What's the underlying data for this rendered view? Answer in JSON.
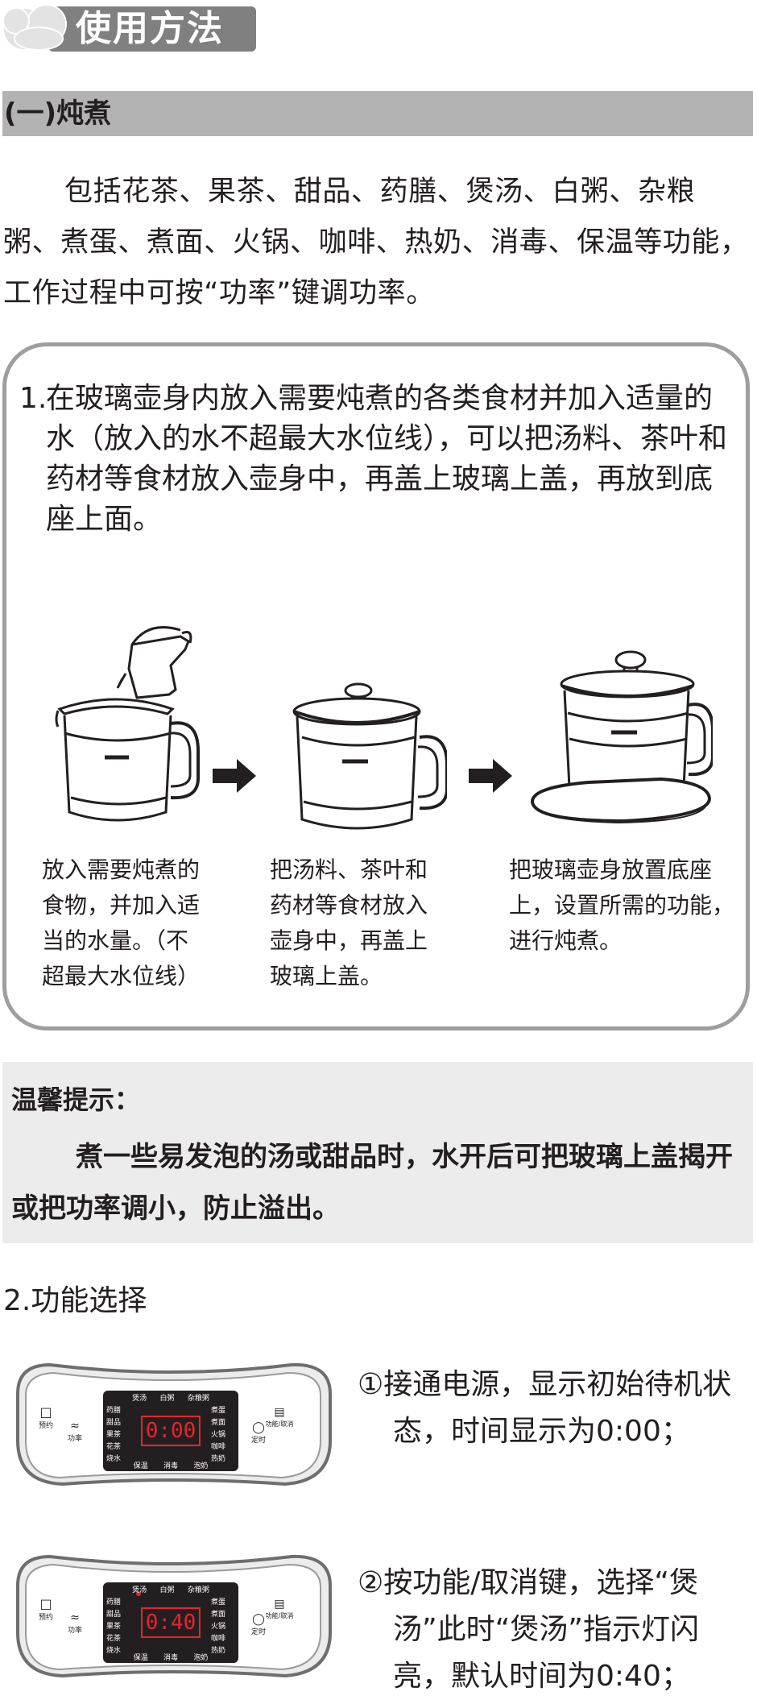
{
  "header": {
    "title": "使用方法"
  },
  "section": {
    "title": "(一)炖煮"
  },
  "intro": "包括花茶、果茶、甜品、药膳、煲汤、白粥、杂粮粥、煮蛋、煮面、火锅、咖啡、热奶、消毒、保温等功能，工作过程中可按“功率”键调功率。",
  "step1": {
    "number": "1.",
    "text": "在玻璃壶身内放入需要炖煮的各类食材并加入适量的水（放入的水不超最大水位线），可以把汤料、茶叶和药材等食材放入壶身中，再盖上玻璃上盖，再放到底座上面。"
  },
  "captions": [
    [
      "放入需要炖煮的",
      "食物，并加入适",
      "当的水量。（不",
      "超最大水位线）"
    ],
    [
      "把汤料、茶叶和",
      "药材等食材放入",
      "壶身中，再盖上",
      "玻璃上盖。"
    ],
    [
      "把玻璃壶身放置底座",
      "上，设置所需的功能，",
      "进行炖煮。"
    ]
  ],
  "tip": {
    "title": "温馨提示：",
    "body": "煮一些易发泡的汤或甜品时，水开后可把玻璃上盖揭开或把功率调小，防止溢出。"
  },
  "section2": {
    "title": "2.功能选择"
  },
  "panel": {
    "top_labels": [
      "煲汤",
      "白粥",
      "杂粮粥"
    ],
    "left_labels": [
      "药膳",
      "甜品",
      "果茶",
      "花茶",
      "烧水"
    ],
    "right_labels": [
      "煮蛋",
      "煮面",
      "火锅",
      "咖啡",
      "热奶"
    ],
    "bottom_labels": [
      "保温",
      "消毒",
      "泡奶"
    ],
    "btn_reserve": "预约",
    "btn_power": "功率",
    "btn_function": "功能/取消",
    "btn_timer": "定时",
    "display_1": "0:00",
    "display_2": "0:40"
  },
  "steps": [
    {
      "mark": "①",
      "line1": "接通电源，显示初始待机状",
      "line2": "态，时间显示为0:00；"
    },
    {
      "mark": "②",
      "line1": "按功能/取消键，选择“煲",
      "line2": "汤”此时“煲汤”指示灯闪",
      "line3": "亮，默认时间为0:40；"
    }
  ],
  "colors": {
    "header_bg": "#808080",
    "section_bar": "#b3b3b3",
    "tip_bg": "#ececec",
    "display_red": "#e8242b",
    "panel_border": "#9e9e9e"
  }
}
